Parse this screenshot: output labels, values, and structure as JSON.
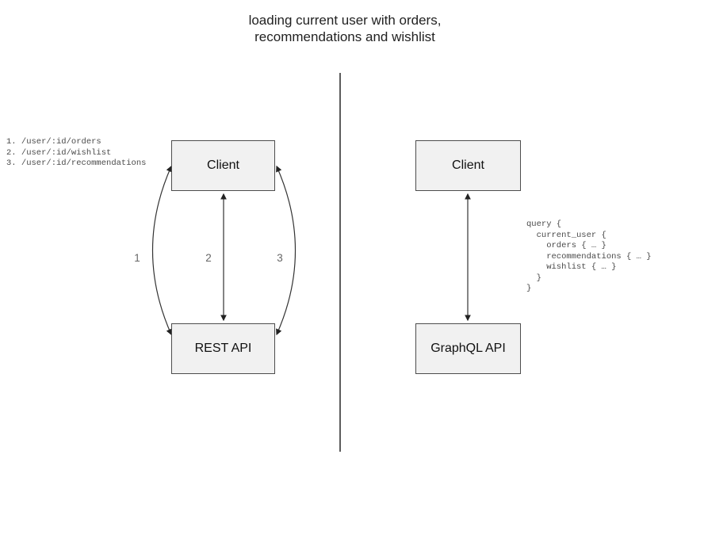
{
  "title": {
    "line1": "loading current user with orders,",
    "line2": "recommendations and wishlist"
  },
  "rest_side": {
    "endpoint_list": [
      "1. /user/:id/orders",
      "2. /user/:id/wishlist",
      "3. /user/:id/recommendations"
    ],
    "client_box_label": "Client",
    "api_box_label": "REST API",
    "arrow_labels": [
      "1",
      "2",
      "3"
    ]
  },
  "graphql_side": {
    "client_box_label": "Client",
    "api_box_label": "GraphQL API",
    "query_lines": [
      "query {",
      "  current_user {",
      "    orders { … }",
      "    recommendations { … }",
      "    wishlist { … }",
      "  }",
      "}"
    ]
  },
  "colors": {
    "background": "#ffffff",
    "box_fill": "#f1f1f1",
    "box_border": "#4d4d4d",
    "arrow_stroke": "#333333",
    "arrow_label": "#666666",
    "mono_text": "#4a4a4a",
    "title_text": "#222222",
    "divider": "#5c5c5c"
  }
}
